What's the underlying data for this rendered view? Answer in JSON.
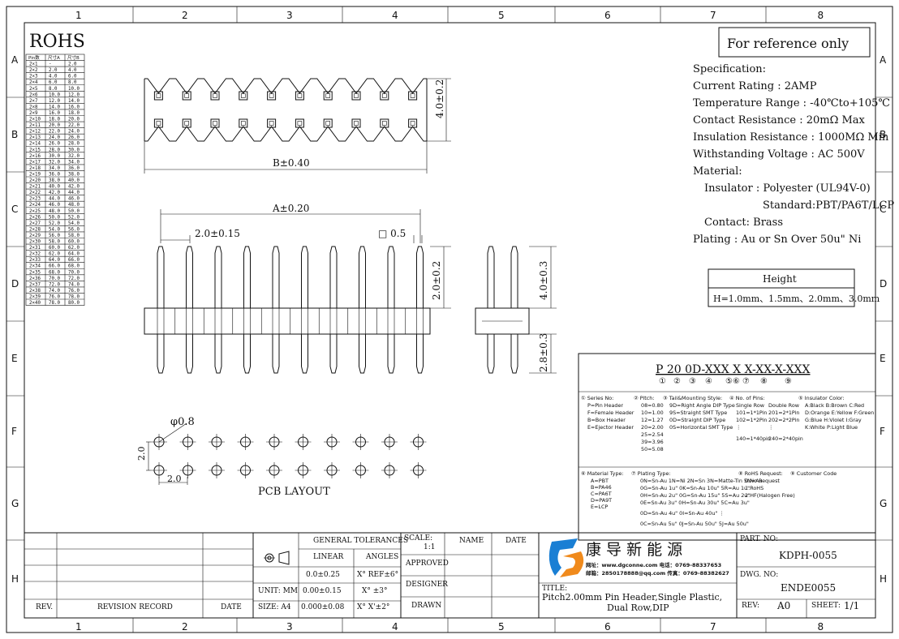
{
  "grid": {
    "columns": [
      "1",
      "2",
      "3",
      "4",
      "5",
      "6",
      "7",
      "8"
    ],
    "rows": [
      "A",
      "B",
      "C",
      "D",
      "E",
      "F",
      "G",
      "H"
    ]
  },
  "rohs": {
    "title": "ROHS",
    "headers": [
      "Pin数",
      "尺寸A",
      "尺寸B"
    ],
    "rows": [
      [
        "2×1",
        "-",
        "2.0"
      ],
      [
        "2×2",
        "2.0",
        "4.0"
      ],
      [
        "2×3",
        "4.0",
        "6.0"
      ],
      [
        "2×4",
        "6.0",
        "8.0"
      ],
      [
        "2×5",
        "8.0",
        "10.0"
      ],
      [
        "2×6",
        "10.0",
        "12.0"
      ],
      [
        "2×7",
        "12.0",
        "14.0"
      ],
      [
        "2×8",
        "14.0",
        "16.0"
      ],
      [
        "2×9",
        "16.0",
        "18.0"
      ],
      [
        "2×10",
        "18.0",
        "20.0"
      ],
      [
        "2×11",
        "20.0",
        "22.0"
      ],
      [
        "2×12",
        "22.0",
        "24.0"
      ],
      [
        "2×13",
        "24.0",
        "26.0"
      ],
      [
        "2×14",
        "26.0",
        "28.0"
      ],
      [
        "2×15",
        "28.0",
        "30.0"
      ],
      [
        "2×16",
        "30.0",
        "32.0"
      ],
      [
        "2×17",
        "32.0",
        "34.0"
      ],
      [
        "2×18",
        "34.0",
        "36.0"
      ],
      [
        "2×19",
        "36.0",
        "38.0"
      ],
      [
        "2×20",
        "38.0",
        "40.0"
      ],
      [
        "2×21",
        "40.0",
        "42.0"
      ],
      [
        "2×22",
        "42.0",
        "44.0"
      ],
      [
        "2×23",
        "44.0",
        "46.0"
      ],
      [
        "2×24",
        "46.0",
        "48.0"
      ],
      [
        "2×25",
        "48.0",
        "50.0"
      ],
      [
        "2×26",
        "50.0",
        "52.0"
      ],
      [
        "2×27",
        "52.0",
        "54.0"
      ],
      [
        "2×28",
        "54.0",
        "56.0"
      ],
      [
        "2×29",
        "56.0",
        "58.0"
      ],
      [
        "2×30",
        "58.0",
        "60.0"
      ],
      [
        "2×31",
        "60.0",
        "62.0"
      ],
      [
        "2×32",
        "62.0",
        "64.0"
      ],
      [
        "2×33",
        "64.0",
        "66.0"
      ],
      [
        "2×34",
        "66.0",
        "68.0"
      ],
      [
        "2×35",
        "68.0",
        "70.0"
      ],
      [
        "2×36",
        "70.0",
        "72.0"
      ],
      [
        "2×37",
        "72.0",
        "74.0"
      ],
      [
        "2×38",
        "74.0",
        "76.0"
      ],
      [
        "2×39",
        "76.0",
        "78.0"
      ],
      [
        "2×40",
        "78.0",
        "80.0"
      ]
    ]
  },
  "dims": {
    "b_width": "B±0.40",
    "a_width": "A±0.20",
    "pitch": "2.0±0.15",
    "pin_square": "□ 0.5",
    "top_height": "4.0±0.2",
    "mid_height": "2.0±0.2",
    "side_top": "4.0±0.3",
    "side_bottom": "2.8±0.3",
    "hole": "φ0.8",
    "pcb_v": "2.0",
    "pcb_h": "2.0",
    "pcb_label": "PCB LAYOUT"
  },
  "reference": "For reference only",
  "spec": {
    "lines": [
      "Specification:",
      "Current Rating : 2AMP",
      "Temperature Range : -40℃to+105℃",
      "Contact Resistance : 20mΩ Max",
      "Insulation Resistance : 1000MΩ Min",
      "Withstanding Voltage : AC 500V",
      "Material:",
      "Insulator : Polyester (UL94V-0)",
      "Standard:PBT/PA6T/LCP",
      "Contact: Brass",
      "Plating : Au or Sn Over 50u\" Ni"
    ]
  },
  "height": {
    "title": "Height",
    "value": "H=1.0mm、1.5mm、2.0mm、3.0mm"
  },
  "part_code": {
    "code": "P 20 0D-XXX X X-XX-X-XXX",
    "markers": [
      "①",
      "②",
      "③",
      "④",
      "⑤⑥",
      "⑦",
      "⑧",
      "⑨"
    ],
    "series_title": "① Series No:",
    "series": [
      "P=Pin Header",
      "F=Female Header",
      "B=Box Header",
      "E=Ejector Header"
    ],
    "pitch_title": "② Pitch:",
    "pitch": [
      "08=0.80",
      "10=1.00",
      "12=1.27",
      "20=2.00",
      "25=2.54",
      "39=3.96",
      "50=5.08"
    ],
    "tail_title": "③ Tail&Mounting Style:",
    "tail": [
      "9D=Right Angle DIP Type",
      "9S=Straight SMT Type",
      "0D=Straight DIP Type",
      "0S=Horizontal SMT Type"
    ],
    "pins_title": "④ No. of Pins:",
    "pins_single": [
      "Single Row",
      "101=1*1Pin",
      "102=1*2Pin",
      "⋮",
      "140=1*40pin"
    ],
    "pins_double": [
      "Double Row",
      "201=2*1Pin",
      "202=2*2Pin",
      "⋮",
      "240=2*40pin"
    ],
    "color_title": "⑤ Insulator Color:",
    "colors": [
      "A:Black  B:Brown  C:Red",
      "D:Orange E:Yellow F:Green",
      "G:Blue   H:Violet I:Gray",
      "K:White  P:Light Blue"
    ],
    "material_title": "⑥ Material Type:",
    "materials": [
      "A=PBT",
      "B=PA46",
      "C=PA6T",
      "D=PA9T",
      "E=LCP"
    ],
    "plating_title": "⑦ Plating Type:",
    "plating": [
      "0N=Sn-Au 1N=Ni 2N=Sn 3N=Matte-Tin 5N=Au",
      "0G=Sn-Au 1u\"  0K=Sn-Au 10u\"  5R=Au 1u\"",
      "0H=Sn-Au 2u\"  0G=Sn-Au 15u\"  5S=Au 2u\"",
      "0E=Sn-Au 3u\"  0H=Sn-Au 30u\"  5C=Au 3u\"",
      "0D=Sn-Au 4u\"  0I=Sn-Au 40u\"      ⋮",
      "0C=Sn-Au 5u\"  0J=Sn-Au 50u\"  5J=Au 50u\""
    ],
    "rohs_title": "⑧ RoHS Request:",
    "rohs": [
      "0:No Request",
      "1:RoHS",
      "2:HF(Halogen Free)"
    ],
    "customer_title": "⑨ Customer Code"
  },
  "title_block": {
    "general_tolerances": "GENERAL TOLERANCES",
    "linear": "LINEAR",
    "angles": "ANGLES",
    "tol_rows": [
      [
        "0.0±0.25",
        "X° REF±6°"
      ],
      [
        "0.00±0.15",
        "X° ±3°"
      ],
      [
        "0.000±0.08",
        "X° X'±2°"
      ]
    ],
    "unit": "UNIT: MM",
    "size": "SIZE: A4",
    "scale_label": "SCALE:",
    "scale": "1:1",
    "approved": "APPROVED",
    "designer": "DESIGNER",
    "drawn": "DRAWN",
    "name": "NAME",
    "date": "DATE",
    "rev_label": "REV.",
    "revision_record": "REVISION RECORD",
    "rev_date": "DATE",
    "company_cn": "康 导 新 能 源",
    "contact1": "网址：www.dgconne.com   电话：0769-88337653",
    "contact2": "邮箱：2850178888@qq.com 传真：0769-88382627",
    "title_label": "TITLE:",
    "title_line1": "Pitch2.00mm Pin Header,Single Plastic,",
    "title_line2": "Dual Row,DIP",
    "part_no_label": "PART. NO:",
    "part_no": "KDPH-0055",
    "dwg_no_label": "DWG. NO:",
    "dwg_no": "ENDE0055",
    "rev_label2": "REV:",
    "rev": "A0",
    "sheet_label": "SHEET:",
    "sheet": "1/1"
  }
}
